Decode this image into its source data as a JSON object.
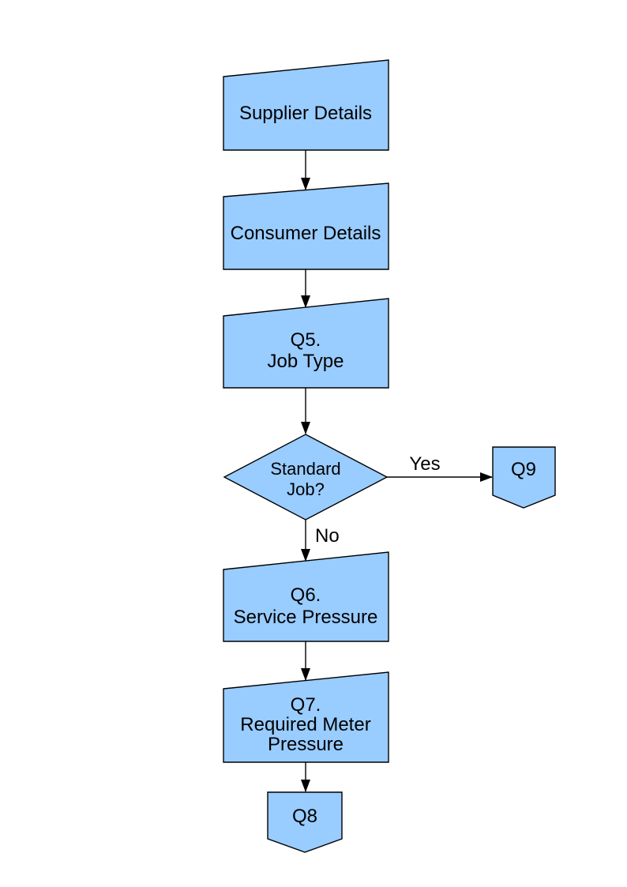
{
  "colors": {
    "node_fill": "#99CCFF",
    "node_border": "#000000",
    "arrow": "#000000",
    "text": "#000000",
    "background": "#FFFFFF"
  },
  "nodes": {
    "supplier": {
      "type": "manual-input",
      "label": "Supplier Details"
    },
    "consumer": {
      "type": "manual-input",
      "label": "Consumer Details"
    },
    "q5": {
      "type": "manual-input",
      "line1": "Q5.",
      "line2": "Job Type"
    },
    "decision": {
      "type": "decision-diamond",
      "line1": "Standard",
      "line2": "Job?"
    },
    "q9": {
      "type": "off-page-connector",
      "label": "Q9"
    },
    "q6": {
      "type": "manual-input",
      "line1": "Q6.",
      "line2": "Service Pressure"
    },
    "q7": {
      "type": "manual-input",
      "line1": "Q7.",
      "line2": "Required Meter",
      "line3": "Pressure"
    },
    "q8": {
      "type": "off-page-connector",
      "label": "Q8"
    }
  },
  "edge_labels": {
    "yes": "Yes",
    "no": "No"
  }
}
